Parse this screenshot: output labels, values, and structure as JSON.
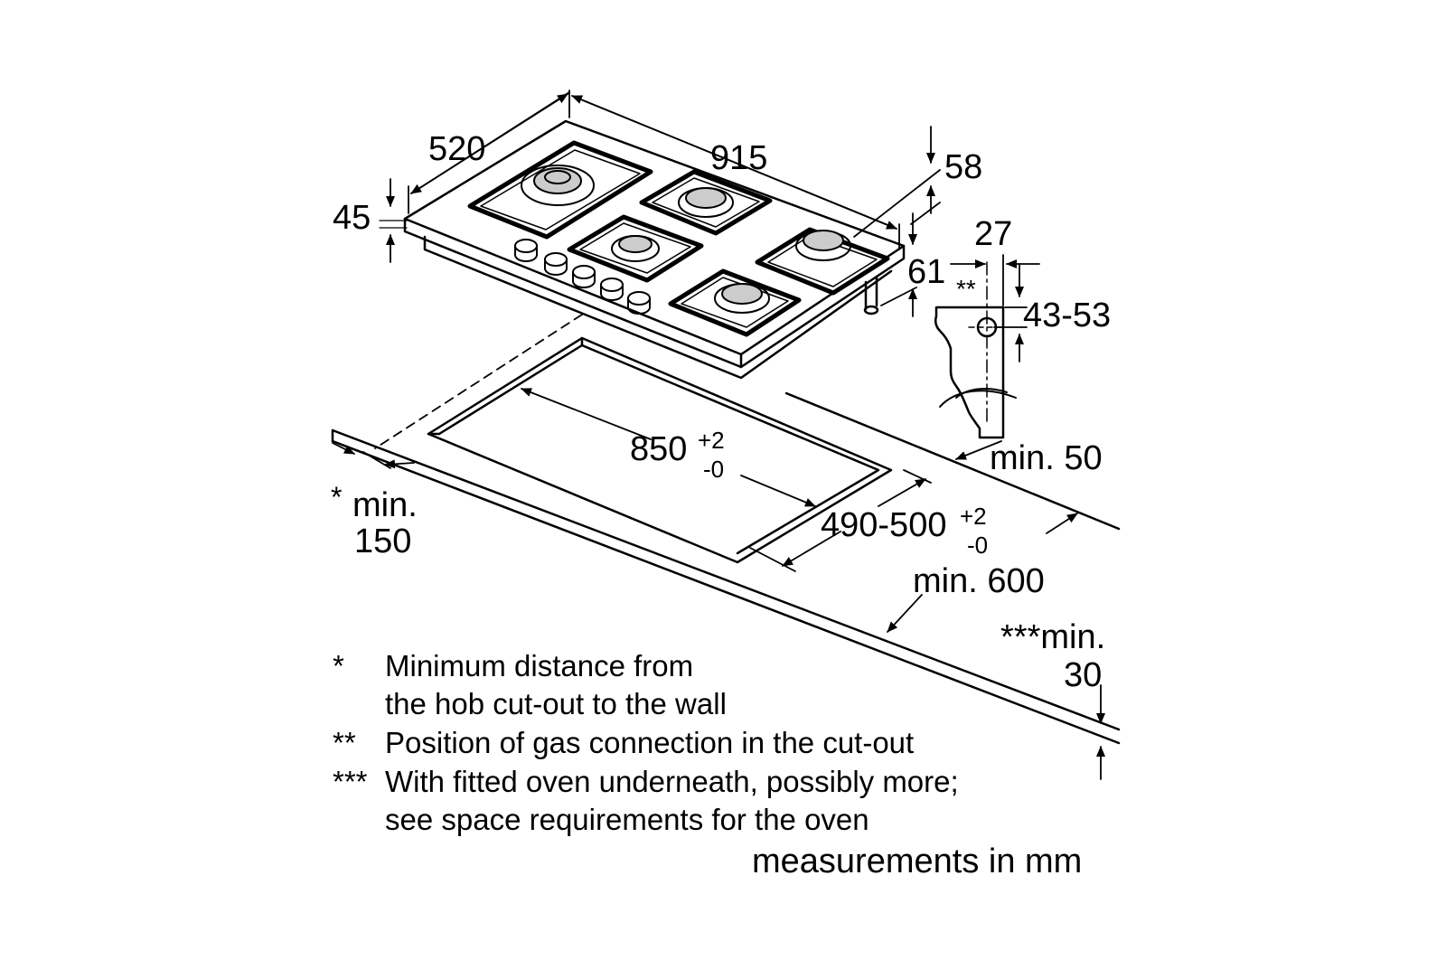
{
  "dimensions": {
    "width_total": "915",
    "depth_total": "520",
    "height_hob": "45",
    "height_rear": "58",
    "height_front": "61",
    "gas_offset": "27",
    "gas_height": "43-53",
    "gas_marker": "**",
    "cutout_width": "850",
    "cutout_width_tol_plus": "+2",
    "cutout_width_tol_minus": "-0",
    "cutout_depth": "490-500",
    "cutout_depth_tol_plus": "+2",
    "cutout_depth_tol_minus": "-0",
    "min_rear": "min. 50",
    "min_worktop": "min. 600",
    "min_wall_marker": "*",
    "min_wall_label": "min.",
    "min_wall_value": "150",
    "min_oven_label": "***min.",
    "min_oven_value": "30"
  },
  "notes": [
    {
      "marker": "*",
      "lines": [
        "Minimum distance from",
        "the hob cut-out to the wall"
      ]
    },
    {
      "marker": "**",
      "lines": [
        "Position of gas connection in the cut-out"
      ]
    },
    {
      "marker": "***",
      "lines": [
        "With fitted oven underneath, possibly more;",
        "see space requirements for the oven"
      ]
    }
  ],
  "footer": "measurements in mm"
}
